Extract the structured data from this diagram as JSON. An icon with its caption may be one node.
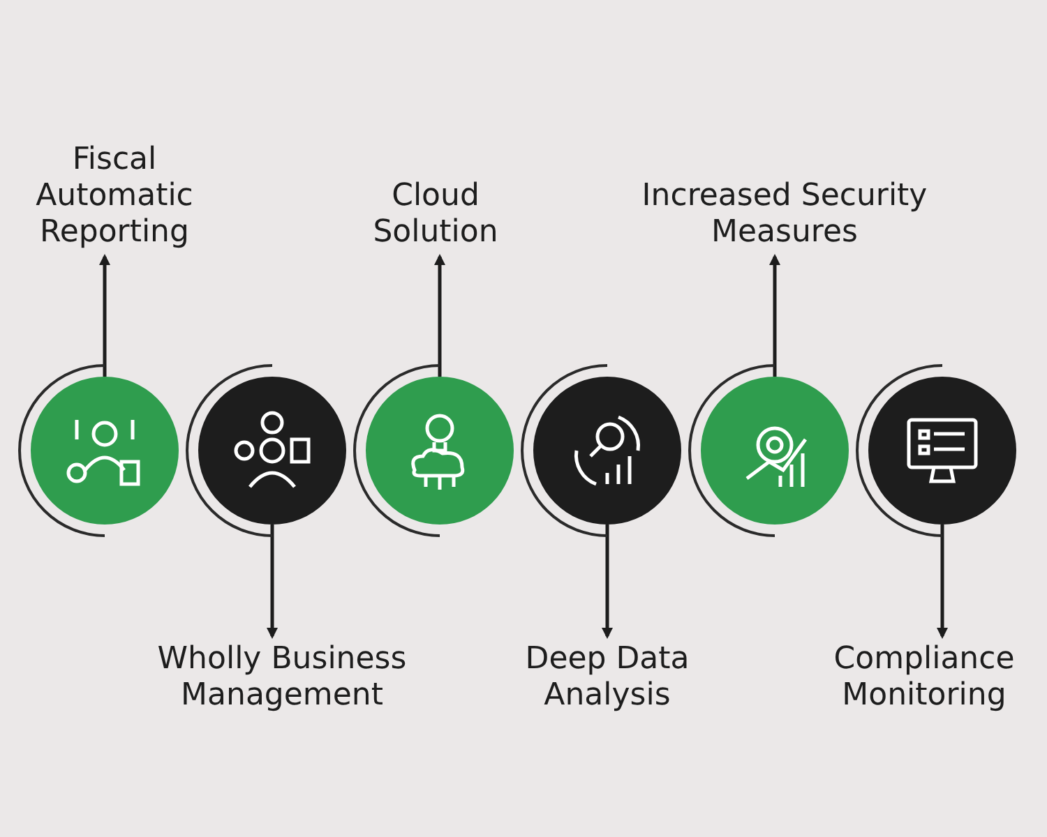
{
  "diagram": {
    "nodes": [
      {
        "text": [],
        "shape": "circle"
      },
      {
        "text": [
          "Fiscal Automatic Reporting"
        ]
      },
      {
        "text": [],
        "shape": "circle"
      },
      {
        "text": [
          "Wholly Business Management"
        ]
      },
      {
        "text": [],
        "shape": "circle"
      },
      {
        "text": [
          "Cloud Solution"
        ]
      },
      {
        "text": [],
        "shape": "circle"
      },
      {
        "text": [
          "Deep Data Analysis"
        ]
      },
      {
        "text": [],
        "shape": "circle"
      },
      {
        "text": [
          "Increased Security Measures"
        ]
      },
      {
        "text": [],
        "shape": "circle"
      },
      {
        "text": [
          "Compliance Monitoring"
        ]
      }
    ],
    "edges": [
      {
        "from": 0,
        "to": 1,
        "arrow": "to"
      },
      {
        "from": 2,
        "to": 3,
        "arrow": "to"
      },
      {
        "from": 4,
        "to": 5,
        "arrow": "to"
      },
      {
        "from": 6,
        "to": 7,
        "arrow": "to"
      },
      {
        "from": 8,
        "to": 9,
        "arrow": "to"
      },
      {
        "from": 10,
        "to": 11,
        "arrow": "to"
      }
    ]
  }
}
